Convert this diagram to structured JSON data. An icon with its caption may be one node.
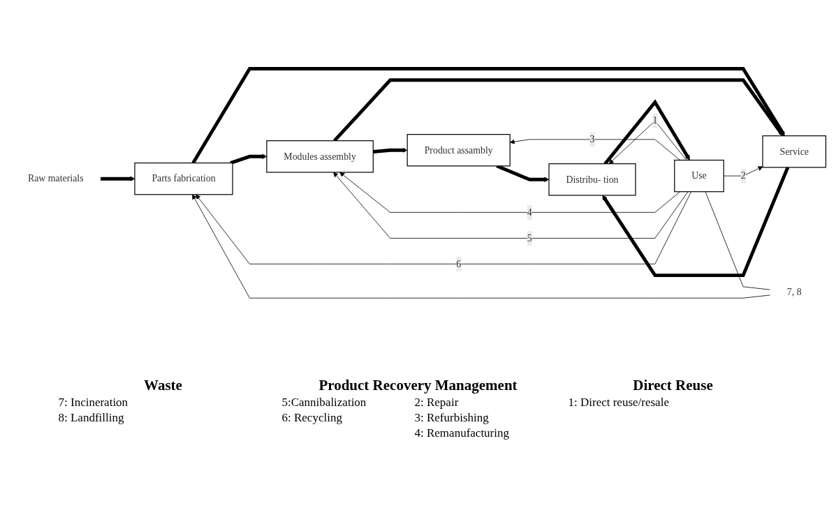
{
  "diagram": {
    "nodes": [
      {
        "text": [
          "Raw materials"
        ]
      },
      {
        "text": [
          "Parts fabrication"
        ]
      },
      {
        "text": [
          "Modules assembly"
        ]
      },
      {
        "text": [
          "Product assambly"
        ]
      },
      {
        "text": [
          "Distribu- tion"
        ]
      },
      {
        "text": [
          "Use"
        ]
      },
      {
        "text": [
          "Service"
        ]
      },
      {
        "text": [
          "7, 8"
        ]
      }
    ],
    "edges": [
      {
        "from": 0,
        "to": 1,
        "arrow": "to",
        "style": "thick"
      },
      {
        "from": 1,
        "to": 2,
        "arrow": "to",
        "style": "thick"
      },
      {
        "from": 2,
        "to": 3,
        "arrow": "to",
        "style": "thick"
      },
      {
        "from": 3,
        "to": 4,
        "arrow": "to",
        "style": "thick"
      },
      {
        "from": 4,
        "to": 5,
        "arrow": "to",
        "style": "thick"
      },
      {
        "from": 1,
        "to": 6,
        "arrow": "to",
        "style": "thick"
      },
      {
        "from": 2,
        "to": 6,
        "arrow": "to",
        "style": "thick"
      },
      {
        "from": 6,
        "to": 4,
        "arrow": "to",
        "style": "thick"
      },
      {
        "from": 5,
        "to": 6,
        "arrow": "to",
        "label": "2"
      },
      {
        "from": 5,
        "to": 4,
        "arrow": "to",
        "label": "1"
      },
      {
        "from": 5,
        "to": 3,
        "arrow": "to",
        "label": "3"
      },
      {
        "from": 5,
        "to": 2,
        "arrow": "to",
        "label": "4"
      },
      {
        "from": 5,
        "to": 2,
        "arrow": "to",
        "label": "5"
      },
      {
        "from": 5,
        "to": 1,
        "arrow": "to",
        "label": "6"
      },
      {
        "from": 5,
        "to": 7,
        "arrow": "none"
      },
      {
        "from": 7,
        "to": 1,
        "arrow": "to"
      }
    ],
    "labels": [
      "Waste",
      "Product Recovery Management",
      "Direct Reuse",
      "7: Incineration",
      "5:Cannibalization",
      "2: Repair",
      "1: Direct reuse/resale",
      "8: Landfilling",
      "6: Recycling",
      "3: Refurbishing",
      "4: Remanufacturing"
    ]
  }
}
